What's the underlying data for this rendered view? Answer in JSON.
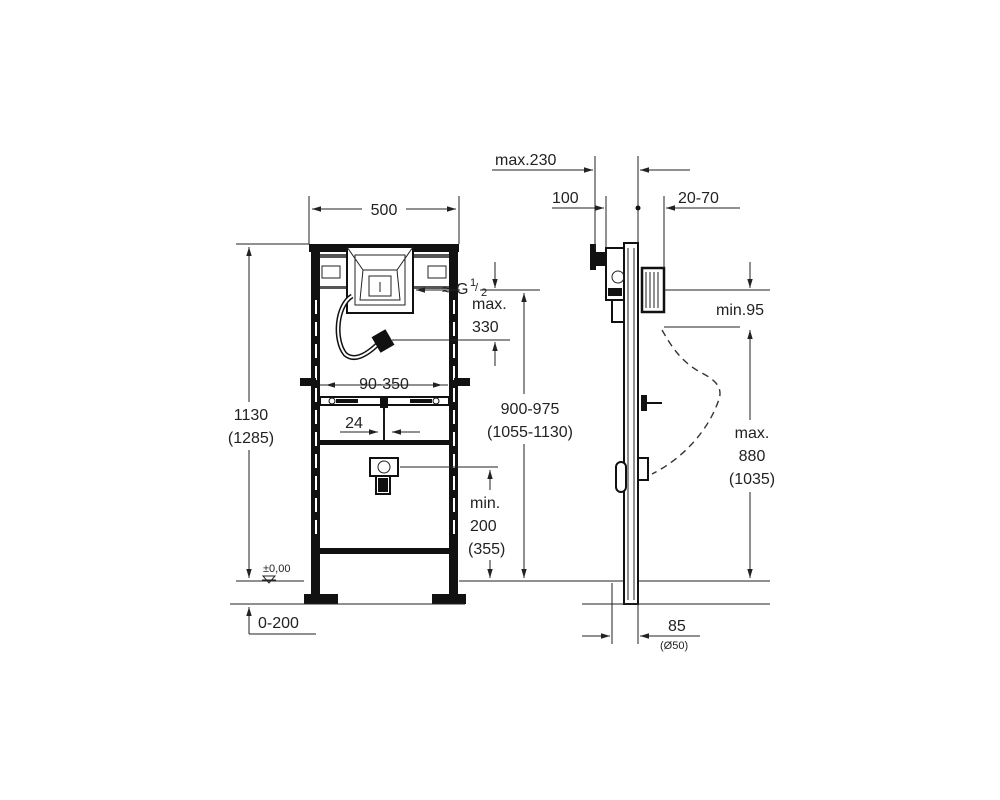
{
  "front_view": {
    "width_label": "500",
    "height_label": "1130",
    "height_alt_label": "(1285)",
    "supply_label_g": "G",
    "supply_label_num": "1",
    "supply_label_den": "2",
    "max_label": "max.",
    "max_value": "330",
    "range_label": "90-350",
    "offset_label": "24",
    "drain_height_label": "900-975",
    "drain_height_alt_label": "(1055-1130)",
    "min_label": "min.",
    "min_value": "200",
    "min_alt_value": "(355)",
    "datum_label": "±0,00",
    "floor_label": "0-200"
  },
  "side_view": {
    "max_depth_label": "max.230",
    "depth_label": "100",
    "wall_label": "20-70",
    "min_label": "min.95",
    "max_label": "max.",
    "max_value": "880",
    "max_alt_value": "(1035)",
    "base_label": "85",
    "pipe_label": "(Ø50)"
  }
}
